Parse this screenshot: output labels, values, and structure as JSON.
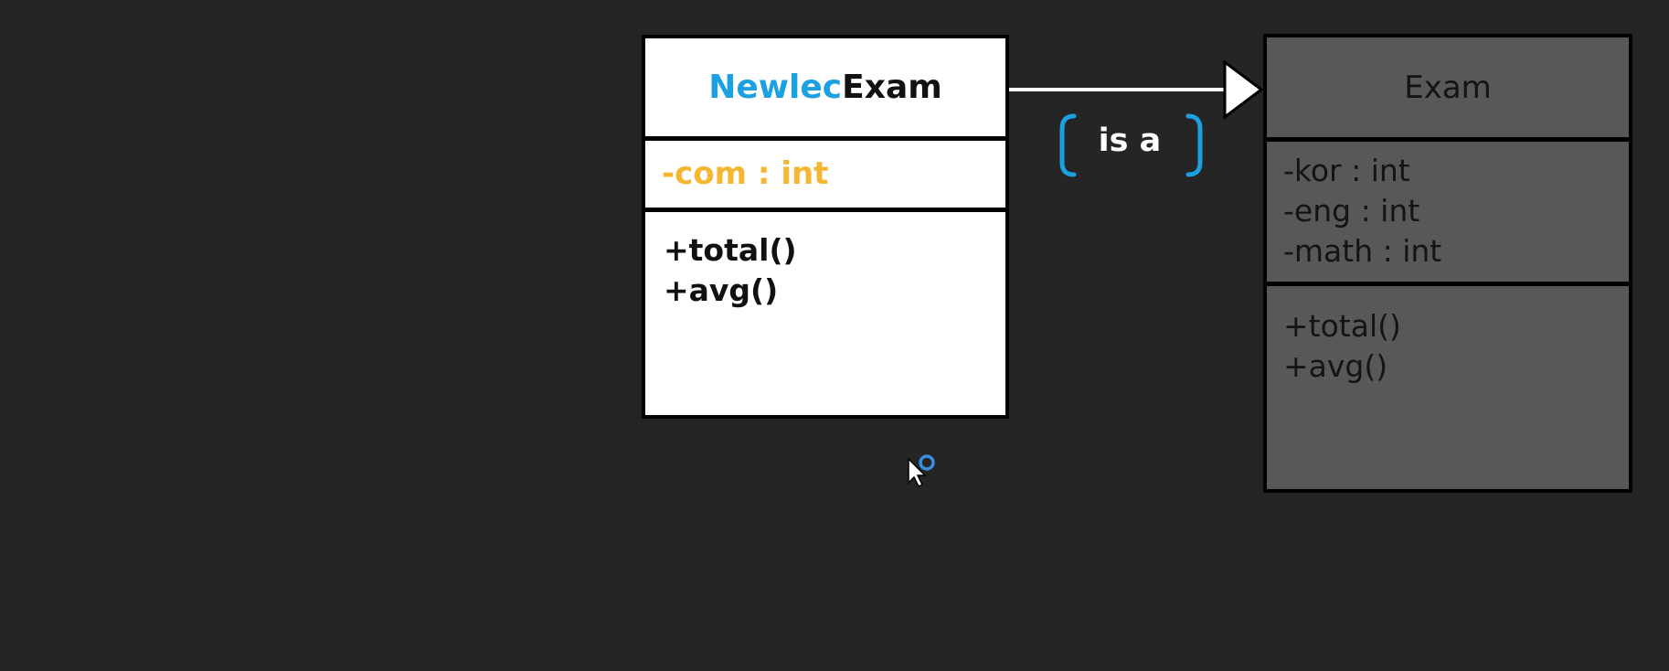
{
  "subclass": {
    "name_prefix": "Newlec",
    "name_suffix": "Exam",
    "attributes": [
      "-com : int"
    ],
    "methods": [
      "+total()",
      "+avg()"
    ]
  },
  "superclass": {
    "name": "Exam",
    "attributes": [
      "-kor : int",
      "-eng : int",
      "-math : int"
    ],
    "methods": [
      "+total()",
      "+avg()"
    ]
  },
  "relationship": {
    "type": "generalization",
    "label": "is a"
  },
  "colors": {
    "background": "#252525",
    "subclass_fill": "#ffffff",
    "superclass_fill": "#585858",
    "name_prefix": "#1ba1e2",
    "attribute_highlight": "#f5b731",
    "bracket": "#1ba1e2",
    "cursor_ring": "#3b8fe0"
  },
  "icons": {
    "arrowhead": "hollow-triangle-arrowhead-icon",
    "cursor": "mouse-pointer-icon"
  }
}
